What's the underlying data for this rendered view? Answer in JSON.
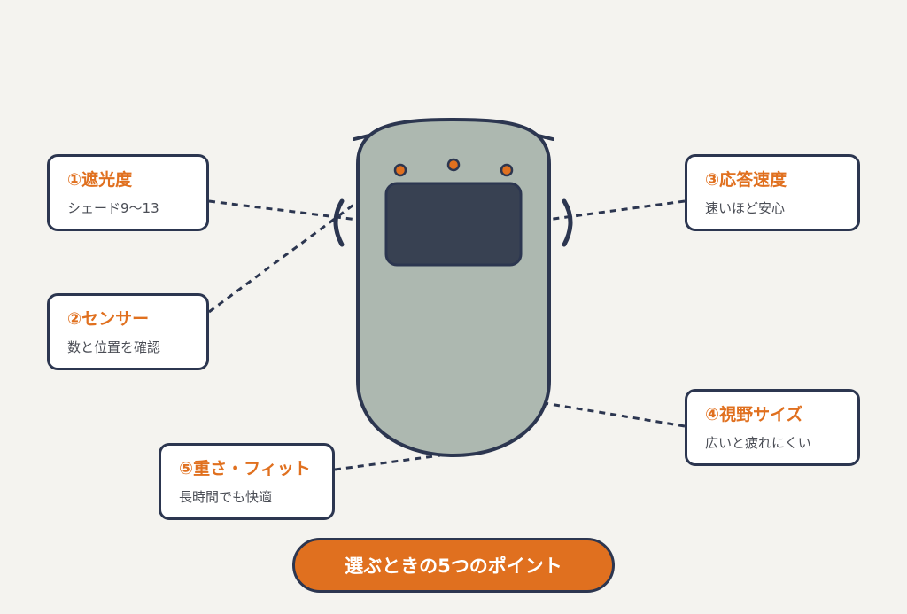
{
  "points": [
    {
      "title": "①遮光度",
      "subtitle": "シェード9〜13"
    },
    {
      "title": "②センサー",
      "subtitle": "数と位置を確認"
    },
    {
      "title": "③応答速度",
      "subtitle": "速いほど安心"
    },
    {
      "title": "④視野サイズ",
      "subtitle": "広いと疲れにくい"
    },
    {
      "title": "⑤重さ・フィット",
      "subtitle": "長時間でも快適"
    }
  ],
  "footer": {
    "label": "選ぶときの5つのポイント"
  },
  "colors": {
    "background": "#f4f3ef",
    "outline": "#2c3650",
    "mask_body": "#adb8b0",
    "lens": "#384152",
    "sensor": "#e0701f",
    "accent": "#e0701f"
  }
}
